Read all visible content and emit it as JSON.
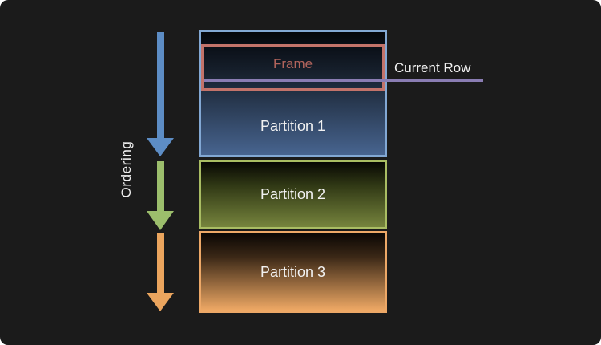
{
  "labels": {
    "ordering": "Ordering",
    "frame": "Frame",
    "current_row": "Current Row"
  },
  "partitions": [
    {
      "label": "Partition 1"
    },
    {
      "label": "Partition 2"
    },
    {
      "label": "Partition 3"
    }
  ],
  "icons": {
    "arrows": [
      "down-arrow-blue",
      "down-arrow-green",
      "down-arrow-orange"
    ]
  },
  "colors": {
    "background": "#1b1b1b",
    "text": "#f2f2f2",
    "blue_arrow": "#5d8dc5",
    "green_arrow": "#9cbe6c",
    "orange_arrow": "#eba55e",
    "p1_border": "#82a8d4",
    "p1_top": "#04060b",
    "p1_mid": "#18222f",
    "p1_bottom": "#47648f",
    "p2_border": "#a9bd63",
    "p2_top": "#070703",
    "p2_mid": "#2f3714",
    "p2_bottom": "#76843d",
    "p3_border": "#eda867",
    "p3_top": "#0b0704",
    "p3_mid": "#3a2716",
    "p3_bottom": "#efa965",
    "frame_border": "#c3736a",
    "frame_text": "#b2645c",
    "line": "#8a7db3",
    "line_highlight": "#b3a9d2"
  }
}
